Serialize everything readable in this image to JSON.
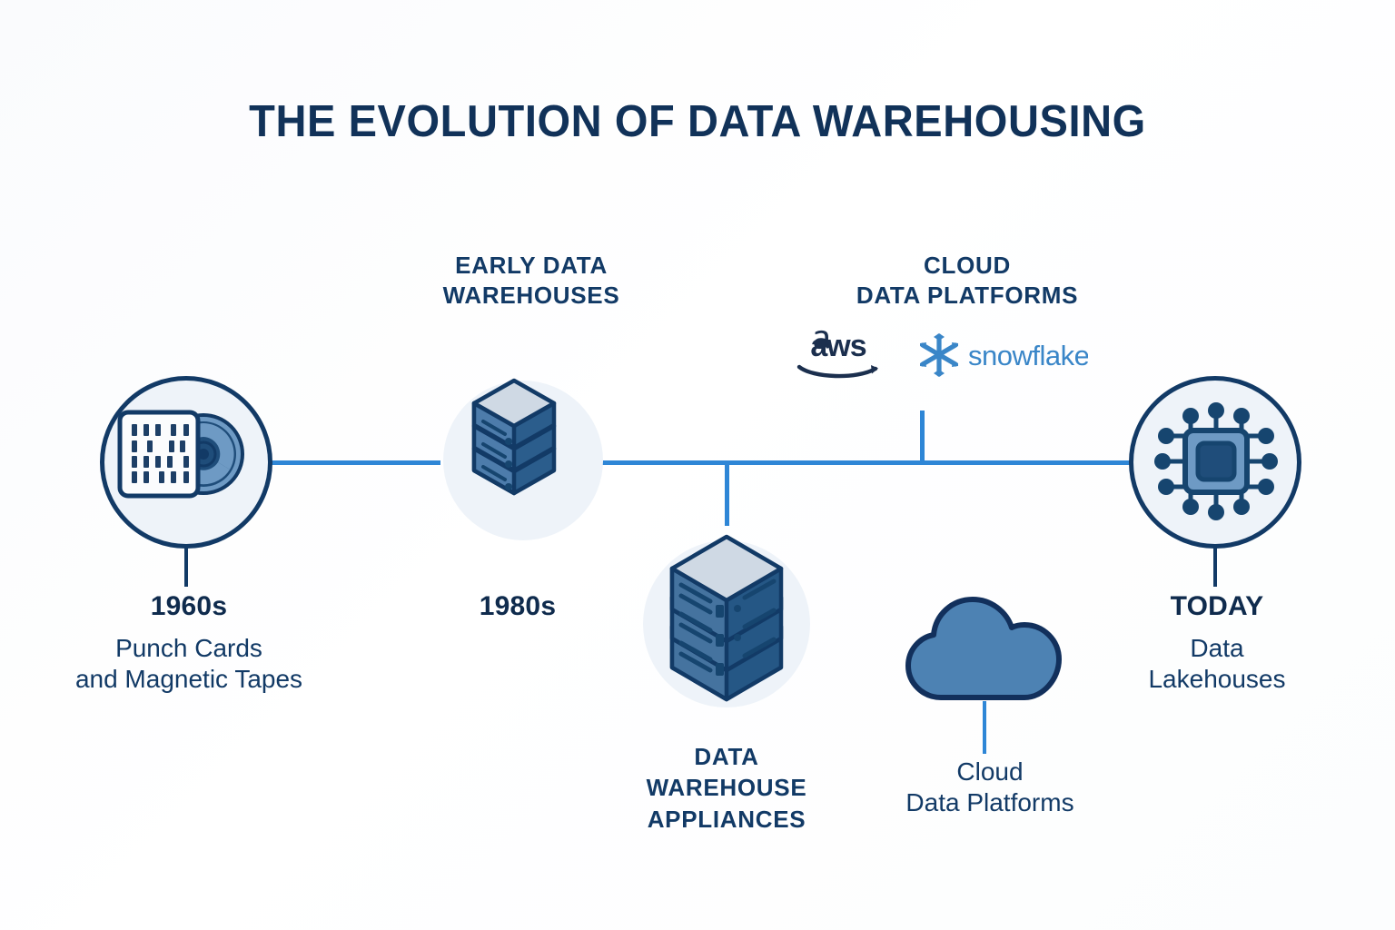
{
  "infographic": {
    "title": "THE EVOLUTION OF DATA WAREHOUSING",
    "background_color": "#fdfdfe",
    "accent_color": "#2e86d6",
    "navy_color": "#123a66",
    "halo_color": "#eef3f9"
  },
  "headings": {
    "early_data_warehouses": "EARLY DATA\nWAREHOUSES",
    "early_line1": "EARLY DATA",
    "early_line2": "WAREHOUSES",
    "cloud_line1": "CLOUD",
    "cloud_line2": "DATA PLATFORMS",
    "appliance_line1": "DATA",
    "appliance_line2": "WAREHOUSE",
    "appliance_line3": "APPLIANCES"
  },
  "milestones": [
    {
      "id": "punch-cards",
      "era": "1960s",
      "desc_line1": "Punch Cards",
      "desc_line2": "and Magnetic Tapes",
      "icon": "punch-card-and-tape-reel-icon"
    },
    {
      "id": "early-data-warehouses",
      "era": "1980s",
      "desc_line1": "",
      "desc_line2": "",
      "icon": "server-stack-icon"
    },
    {
      "id": "data-warehouse-appliances",
      "era": "",
      "desc_line1": "",
      "desc_line2": "",
      "icon": "server-rack-icon"
    },
    {
      "id": "cloud-data-platforms",
      "era": "",
      "desc_line1": "Cloud",
      "desc_line2": "Data Platforms",
      "icon": "cloud-icon"
    },
    {
      "id": "today",
      "era": "TODAY",
      "desc_line1": "Data",
      "desc_line2": "Lakehouses",
      "icon": "microchip-icon"
    }
  ],
  "vendor_logos": [
    {
      "name": "aws",
      "wordmark": "aws",
      "color": "#1b2f4e"
    },
    {
      "name": "snowflake",
      "wordmark": "snowflake",
      "color": "#3a86c8"
    }
  ]
}
